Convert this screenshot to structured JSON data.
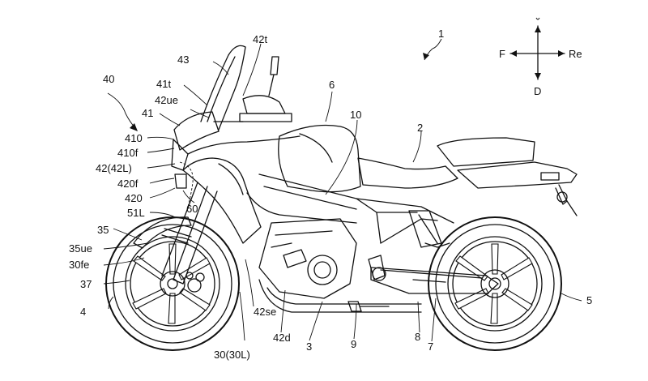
{
  "labels": {
    "l1": "1",
    "l2": "2",
    "l3": "3",
    "l4": "4",
    "l5": "5",
    "l6": "6",
    "l7": "7",
    "l8": "8",
    "l9": "9",
    "l10": "10",
    "l30": "30(30L)",
    "l30fe": "30fe",
    "l35": "35",
    "l35ue": "35ue",
    "l37": "37",
    "l40": "40",
    "l41": "41",
    "l41t": "41t",
    "l42t": "42t",
    "l42ue": "42ue",
    "l42": "42(42L)",
    "l42se": "42se",
    "l42d": "42d",
    "l43": "43",
    "l51L": "51L",
    "l60": "60",
    "l410": "410",
    "l410f": "410f",
    "l420f": "420f",
    "l420": "420"
  },
  "compass": {
    "front": "F",
    "rear": "Re",
    "down": "D",
    "up": "U"
  }
}
